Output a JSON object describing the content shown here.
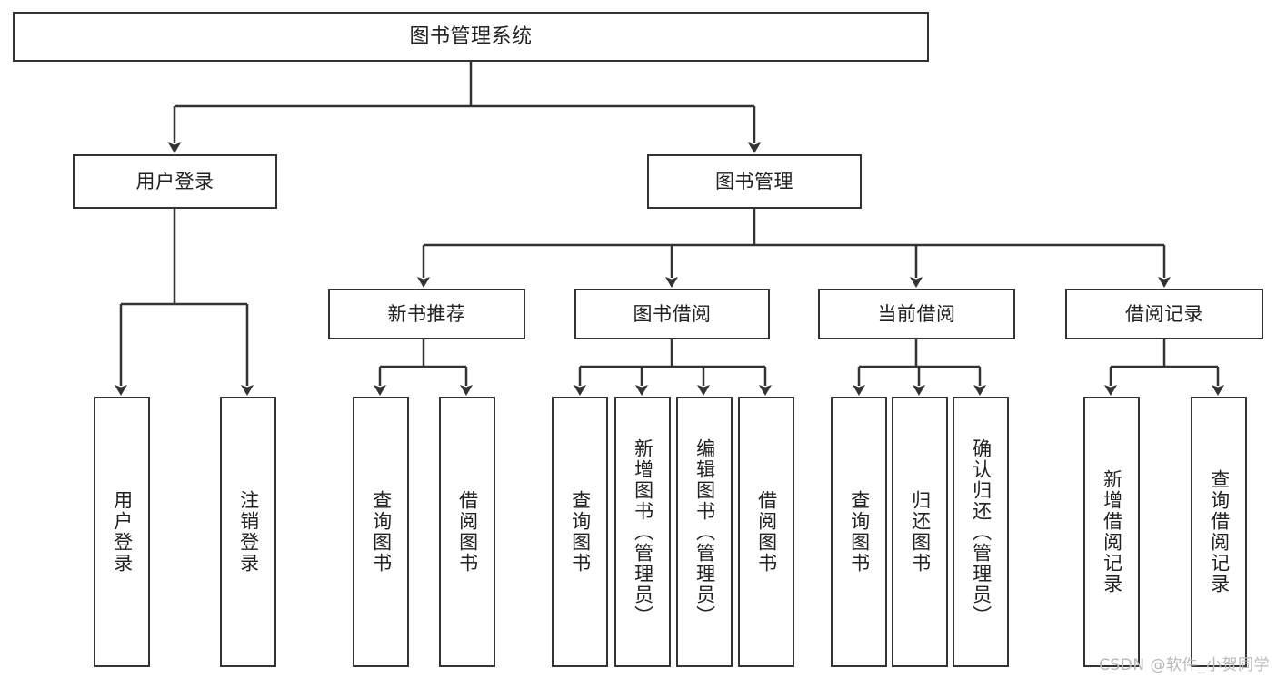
{
  "diagram": {
    "title": "图书管理系统",
    "type": "tree-hierarchy-chart",
    "watermark": "CSDN @软件_小贺同学",
    "colors": {
      "stroke": "#333333",
      "fill": "#ffffff",
      "text": "#222222",
      "watermark": "#b9b9b9"
    },
    "nodes": {
      "root": {
        "label": "图书管理系统"
      },
      "level2": [
        {
          "id": "user-login",
          "label": "用户登录"
        },
        {
          "id": "book-manage",
          "label": "图书管理"
        }
      ],
      "level3": [
        {
          "id": "new-book-recommend",
          "label": "新书推荐"
        },
        {
          "id": "book-borrow",
          "label": "图书借阅"
        },
        {
          "id": "current-borrow",
          "label": "当前借阅"
        },
        {
          "id": "borrow-record",
          "label": "借阅记录"
        }
      ],
      "leaves": {
        "user-login": [
          {
            "id": "leaf-user-login",
            "label": "用户登录"
          },
          {
            "id": "leaf-logout-login",
            "label": "注销登录"
          }
        ],
        "new-book-recommend": [
          {
            "id": "leaf-query-book-1",
            "label": "查询图书"
          },
          {
            "id": "leaf-borrow-book-1",
            "label": "借阅图书"
          }
        ],
        "book-borrow": [
          {
            "id": "leaf-query-book-2",
            "label": "查询图书"
          },
          {
            "id": "leaf-add-book",
            "label": "新增图书（管理员）"
          },
          {
            "id": "leaf-edit-book",
            "label": "编辑图书（管理员）"
          },
          {
            "id": "leaf-borrow-book-2",
            "label": "借阅图书"
          }
        ],
        "current-borrow": [
          {
            "id": "leaf-query-book-3",
            "label": "查询图书"
          },
          {
            "id": "leaf-return-book",
            "label": "归还图书"
          },
          {
            "id": "leaf-confirm-return",
            "label": "确认归还（管理员）"
          }
        ],
        "borrow-record": [
          {
            "id": "leaf-add-record",
            "label": "新增借阅记录"
          },
          {
            "id": "leaf-query-record",
            "label": "查询借阅记录"
          }
        ]
      }
    }
  }
}
